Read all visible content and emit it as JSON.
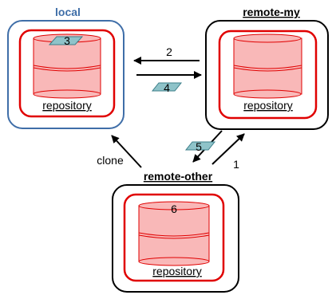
{
  "nodes": {
    "local": {
      "title": "local",
      "repo_label": "repository",
      "marker": "3"
    },
    "remote_my": {
      "title": "remote-my",
      "repo_label": "repository"
    },
    "remote_other": {
      "title": "remote-other",
      "repo_label": "repository",
      "marker": "6"
    }
  },
  "edges": {
    "arrow_2": "2",
    "arrow_4": "4",
    "arrow_5": "5",
    "arrow_1": "1",
    "clone": "clone"
  },
  "colors": {
    "local_border": "#3f6ea8",
    "remote_border": "#000000",
    "repo_border": "#e00000",
    "cylinder_fill": "#f9b8b8",
    "patch_fill": "#8fc3c9"
  }
}
